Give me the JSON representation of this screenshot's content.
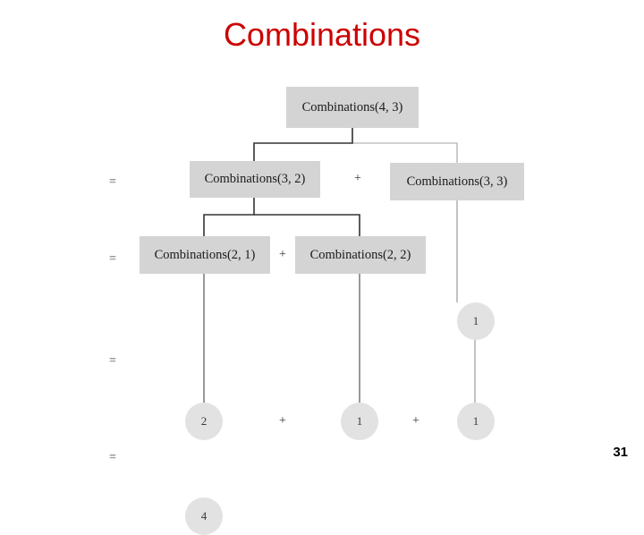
{
  "slide": {
    "title": "Combinations",
    "page_number": "31",
    "background_color": "#ffffff",
    "title_color": "#cc0000"
  },
  "diagram": {
    "type": "recursion-tree",
    "node_fill": "#d4d4d4",
    "circle_fill": "#e2e2e2",
    "connector_color": "#333333",
    "levels": [
      {
        "equals_sign": "",
        "nodes": [
          {
            "label": "Combinations(4, 3)",
            "shape": "rect"
          }
        ],
        "operators": []
      },
      {
        "equals_sign": "=",
        "nodes": [
          {
            "label": "Combinations(3, 2)",
            "shape": "rect"
          },
          {
            "label": "Combinations(3, 3)",
            "shape": "rect"
          }
        ],
        "operators": [
          "+"
        ]
      },
      {
        "equals_sign": "=",
        "nodes": [
          {
            "label": "Combinations(2, 1)",
            "shape": "rect"
          },
          {
            "label": "Combinations(2, 2)",
            "shape": "rect"
          },
          {
            "label": "1",
            "shape": "circle"
          }
        ],
        "operators": [
          "+"
        ]
      },
      {
        "equals_sign": "=",
        "nodes": [
          {
            "label": "2",
            "shape": "circle"
          },
          {
            "label": "1",
            "shape": "circle"
          },
          {
            "label": "1",
            "shape": "circle"
          }
        ],
        "operators": [
          "+",
          "+"
        ]
      },
      {
        "equals_sign": "=",
        "nodes": [
          {
            "label": "4",
            "shape": "circle"
          }
        ],
        "operators": []
      }
    ]
  }
}
